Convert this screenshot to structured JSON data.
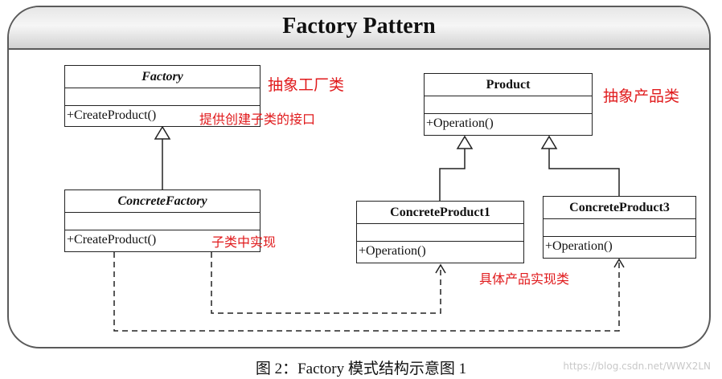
{
  "title": "Factory Pattern",
  "classes": {
    "factory": {
      "name": "Factory",
      "operation": "+CreateProduct()"
    },
    "concrete_factory": {
      "name": "ConcreteFactory",
      "operation": "+CreateProduct()"
    },
    "product": {
      "name": "Product",
      "operation": "+Operation()"
    },
    "concrete_product1": {
      "name": "ConcreteProduct1",
      "operation": "+Operation()"
    },
    "concrete_product3": {
      "name": "ConcreteProduct3",
      "operation": "+Operation()"
    }
  },
  "notes": {
    "abstract_factory": "抽象工厂类",
    "create_interface": "提供创建子类的接口",
    "subclass_impl": "子类中实现",
    "abstract_product": "抽象产品类",
    "concrete_product_impl": "具体产品实现类"
  },
  "caption": "图 2：Factory 模式结构示意图 1",
  "watermark": "https://blog.csdn.net/WWX2LN",
  "colors": {
    "note": "#e0191b",
    "line": "#222222"
  }
}
